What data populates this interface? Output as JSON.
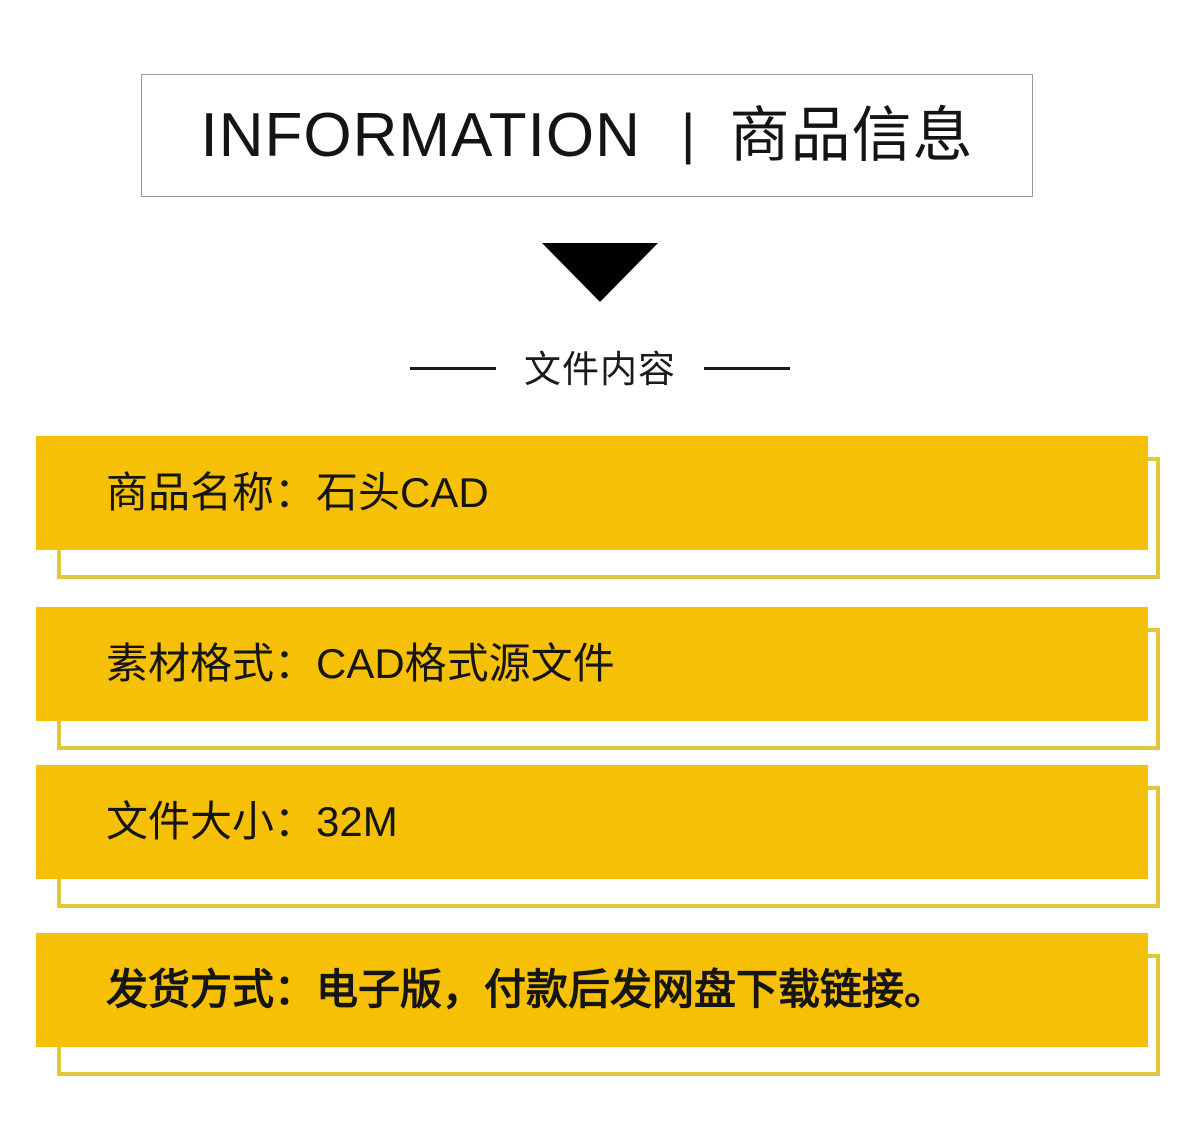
{
  "header": {
    "english_title": "INFORMATION",
    "separator": "|",
    "chinese_title": "商品信息"
  },
  "divider": {
    "label": "文件内容"
  },
  "icons": {
    "down-triangle": "down-triangle-icon"
  },
  "colors": {
    "accent_fill": "#F6C007",
    "accent_outline": "#E2C63C",
    "text": "#151515",
    "header_border": "#9A9A9A"
  },
  "info_rows": [
    {
      "label": "商品名称：",
      "value": "石头CAD",
      "full": "商品名称：石头CAD",
      "bold": false
    },
    {
      "label": "素材格式：",
      "value": "CAD格式源文件",
      "full": "素材格式：CAD格式源文件",
      "bold": false
    },
    {
      "label": "文件大小：",
      "value": "32M",
      "full": "文件大小：32M",
      "bold": false
    },
    {
      "label": "发货方式：",
      "value": "电子版，付款后发网盘下载链接。",
      "full": "发货方式：电子版，付款后发网盘下载链接。",
      "bold": true
    }
  ]
}
